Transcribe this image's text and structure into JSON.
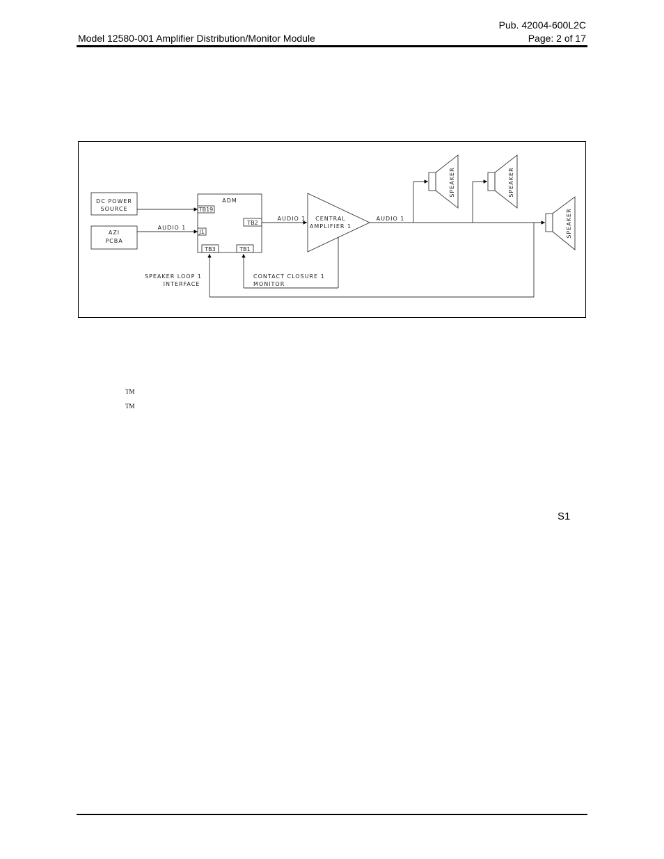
{
  "header": {
    "pub": "Pub.  42004-600L2C",
    "title": "Model 12580-001 Amplifier Distribution/Monitor Module",
    "page": "Page: 2 of 17"
  },
  "diagram": {
    "dc_power_source": [
      "DC POWER",
      "SOURCE"
    ],
    "azi_pcba": [
      "AZI",
      "PCBA"
    ],
    "adm": "ADM",
    "tb19": "TB19",
    "j1": "J1",
    "tb2": "TB2",
    "tb3": "TB3",
    "tb1": "TB1",
    "audio1_in": "AUDIO 1",
    "audio1_mid": "AUDIO 1",
    "audio1_out": "AUDIO 1",
    "central_amplifier": [
      "CENTRAL",
      "AMPLIFIER 1"
    ],
    "speaker": "SPEAKER",
    "speaker_loop": [
      "SPEAKER LOOP 1",
      "INTERFACE"
    ],
    "contact_closure": [
      "CONTACT CLOSURE 1",
      "MONITOR"
    ]
  },
  "body": {
    "tm1": "TM",
    "tm2": "TM",
    "s1": "S1"
  }
}
